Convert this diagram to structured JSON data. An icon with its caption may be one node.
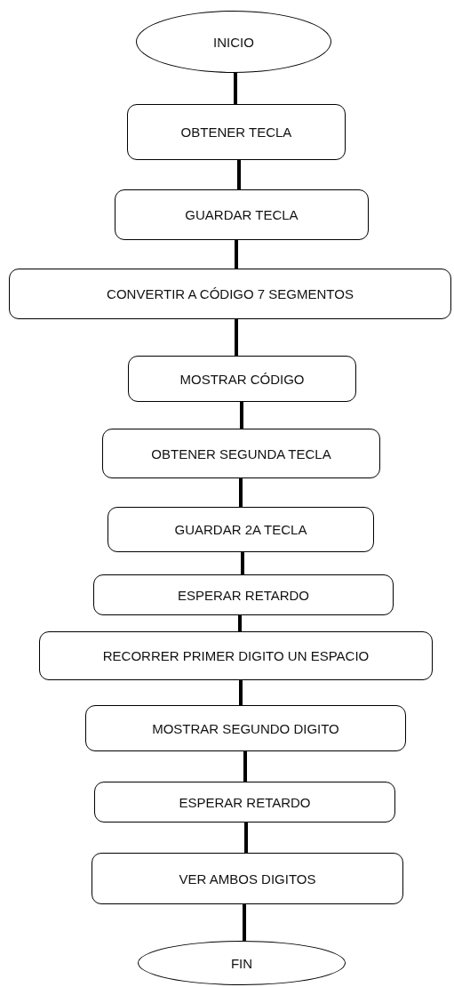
{
  "diagram": {
    "nodes": [
      {
        "text": [
          "INICIO"
        ]
      },
      {
        "text": [
          "OBTENER TECLA"
        ]
      },
      {
        "text": [
          "GUARDAR TECLA"
        ]
      },
      {
        "text": [
          "CONVERTIR A CÓDIGO 7 SEGMENTOS"
        ]
      },
      {
        "text": [
          "MOSTRAR CÓDIGO"
        ]
      },
      {
        "text": [
          "OBTENER SEGUNDA TECLA"
        ]
      },
      {
        "text": [
          "GUARDAR 2A TECLA"
        ]
      },
      {
        "text": [
          "ESPERAR RETARDO"
        ]
      },
      {
        "text": [
          "RECORRER PRIMER DIGITO UN ESPACIO"
        ]
      },
      {
        "text": [
          "MOSTRAR SEGUNDO DIGITO"
        ]
      },
      {
        "text": [
          "ESPERAR RETARDO"
        ]
      },
      {
        "text": [
          "VER AMBOS DIGITOS"
        ]
      },
      {
        "text": [
          "FIN"
        ]
      }
    ],
    "edges": [
      {
        "from": 0,
        "to": 1,
        "arrow": "none"
      },
      {
        "from": 1,
        "to": 2,
        "arrow": "none"
      },
      {
        "from": 2,
        "to": 3,
        "arrow": "none"
      },
      {
        "from": 3,
        "to": 4,
        "arrow": "none"
      },
      {
        "from": 4,
        "to": 5,
        "arrow": "none"
      },
      {
        "from": 5,
        "to": 6,
        "arrow": "none"
      },
      {
        "from": 6,
        "to": 7,
        "arrow": "none"
      },
      {
        "from": 7,
        "to": 8,
        "arrow": "none"
      },
      {
        "from": 8,
        "to": 9,
        "arrow": "none"
      },
      {
        "from": 9,
        "to": 10,
        "arrow": "none"
      },
      {
        "from": 10,
        "to": 11,
        "arrow": "none"
      },
      {
        "from": 11,
        "to": 12,
        "arrow": "none"
      }
    ]
  }
}
